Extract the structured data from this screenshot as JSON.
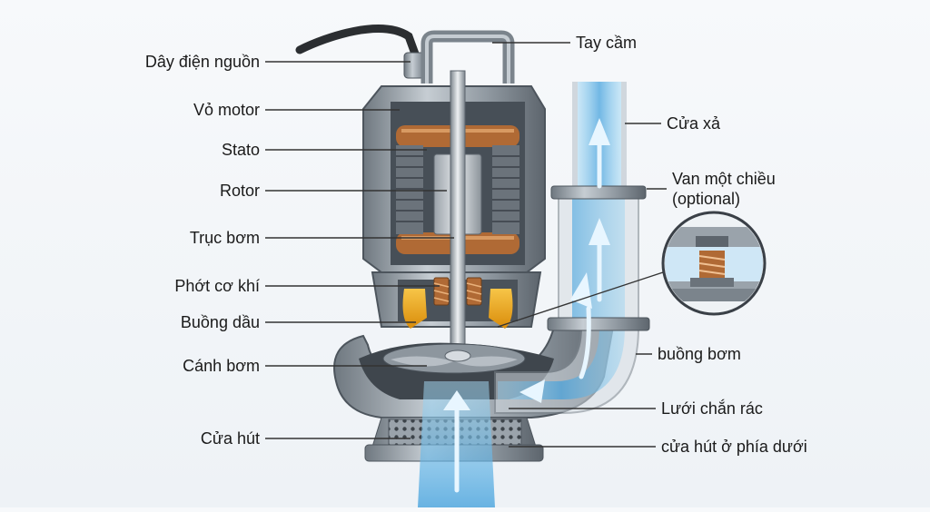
{
  "diagram": {
    "labels_left": [
      {
        "id": "power-cable",
        "text": "Dây điện nguồn"
      },
      {
        "id": "motor-housing",
        "text": "Vỏ motor"
      },
      {
        "id": "stator",
        "text": "Stato"
      },
      {
        "id": "rotor",
        "text": "Rotor"
      },
      {
        "id": "pump-shaft",
        "text": "Trục bơm"
      },
      {
        "id": "mechanical-seal",
        "text": "Phớt cơ khí"
      },
      {
        "id": "oil-chamber",
        "text": "Buồng dầu"
      },
      {
        "id": "impeller",
        "text": "Cánh bơm"
      },
      {
        "id": "suction-port",
        "text": "Cửa hút"
      }
    ],
    "labels_right": [
      {
        "id": "handle",
        "text": "Tay cầm"
      },
      {
        "id": "discharge-port",
        "text": "Cửa xả"
      },
      {
        "id": "check-valve",
        "text": "Van một chiều\n(optional)"
      },
      {
        "id": "pump-chamber",
        "text": "buồng bơm"
      },
      {
        "id": "debris-screen",
        "text": "Lưới chắn rác"
      },
      {
        "id": "bottom-suction",
        "text": "cửa hút ở phía dưới"
      }
    ]
  },
  "colors": {
    "metal": "#8a939c",
    "metal_dark": "#4d555d",
    "metal_light": "#c9cfd5",
    "copper": "#b06a35",
    "water": "#5fb3e6",
    "water_light": "#bfe3f7",
    "oil": "#e8a417",
    "leader": "#333333"
  }
}
